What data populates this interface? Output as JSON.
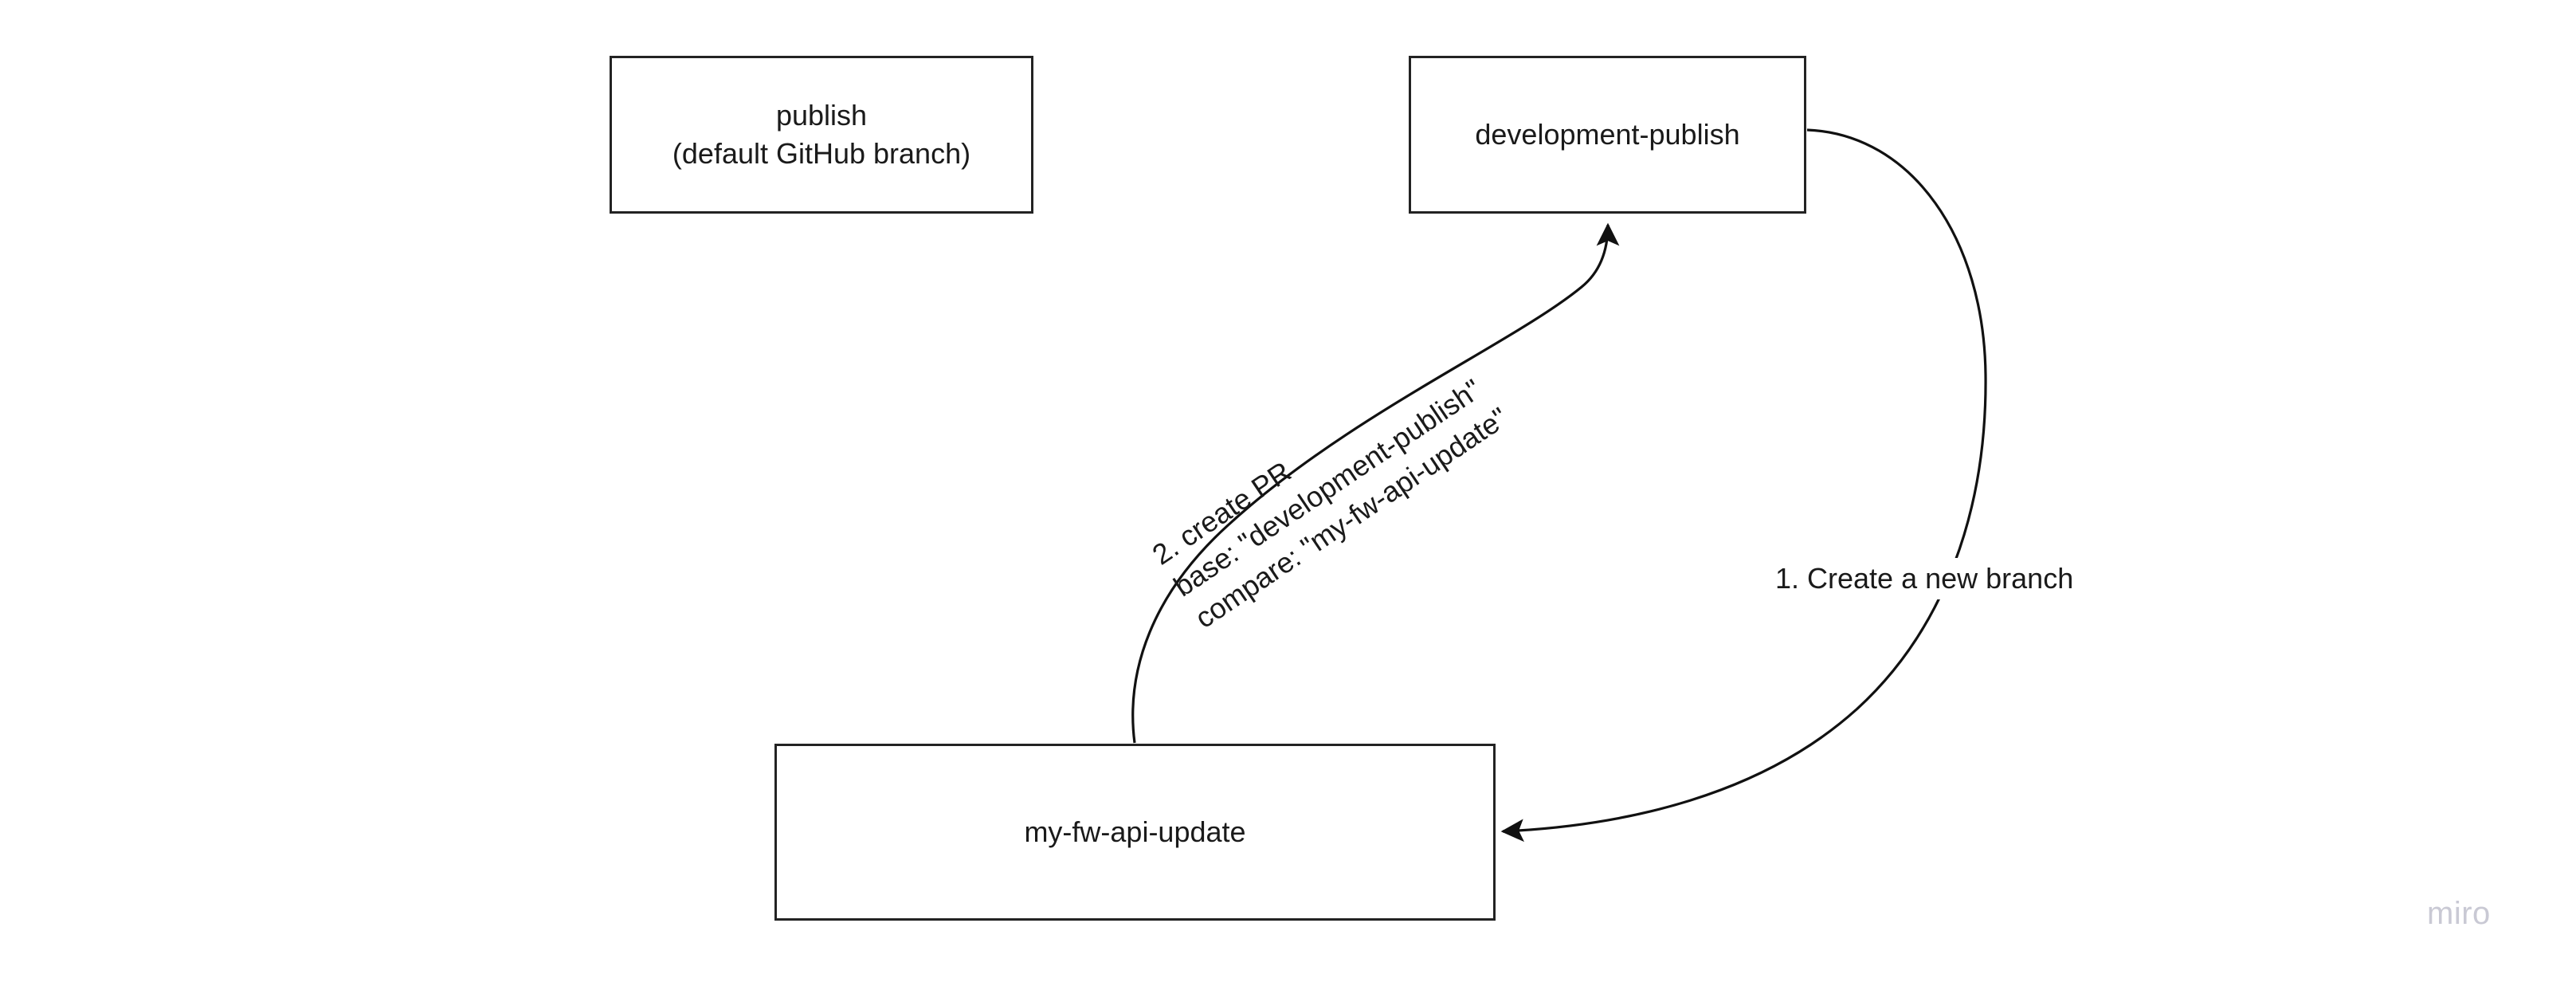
{
  "diagram": {
    "title": "GitHub branch workflow",
    "background_color": "#ffffff",
    "stroke_color": "#232323",
    "text_color": "#1a1a1a",
    "nodes": [
      {
        "id": "publish",
        "label": "publish\n(default GitHub branch)"
      },
      {
        "id": "development-publish",
        "label": "development-publish"
      },
      {
        "id": "my-fw-api-update",
        "label": "my-fw-api-update"
      }
    ],
    "edges": [
      {
        "id": "create-branch",
        "from": "development-publish",
        "to": "my-fw-api-update",
        "label": "1. Create a new branch"
      },
      {
        "id": "create-pr",
        "from": "my-fw-api-update",
        "to": "development-publish",
        "label": "2. create PR\nbase: \"development-publish\"\ncompare: \"my-fw-api-update\""
      }
    ]
  },
  "watermark": {
    "text": "miro",
    "color": "#c9c9d4"
  }
}
